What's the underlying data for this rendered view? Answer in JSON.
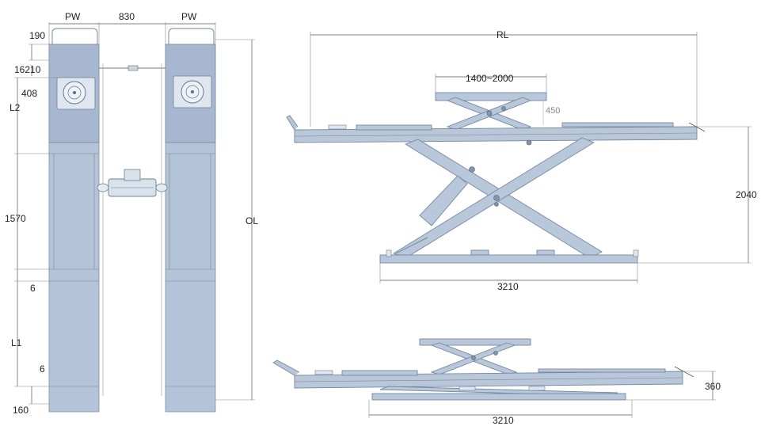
{
  "plan_view": {
    "labels": {
      "pw_left": "PW",
      "gap": "830",
      "pw_right": "PW",
      "d190": "190",
      "d16210": "16210",
      "d408": "408",
      "l2": "L2",
      "d1570": "1570",
      "d6_top": "6",
      "l1": "L1",
      "d6_bottom": "6",
      "d160": "160",
      "ol": "OL"
    }
  },
  "raised_view": {
    "labels": {
      "rl": "RL",
      "platform_range": "1400~2000",
      "aux_lift": "450",
      "height": "2040",
      "base_length": "3210"
    }
  },
  "lowered_view": {
    "labels": {
      "height": "360",
      "base_length": "3210"
    }
  },
  "colors": {
    "runway_fill": "#b3c3d8",
    "outline": "#76879e",
    "dimension_line": "#555555"
  }
}
